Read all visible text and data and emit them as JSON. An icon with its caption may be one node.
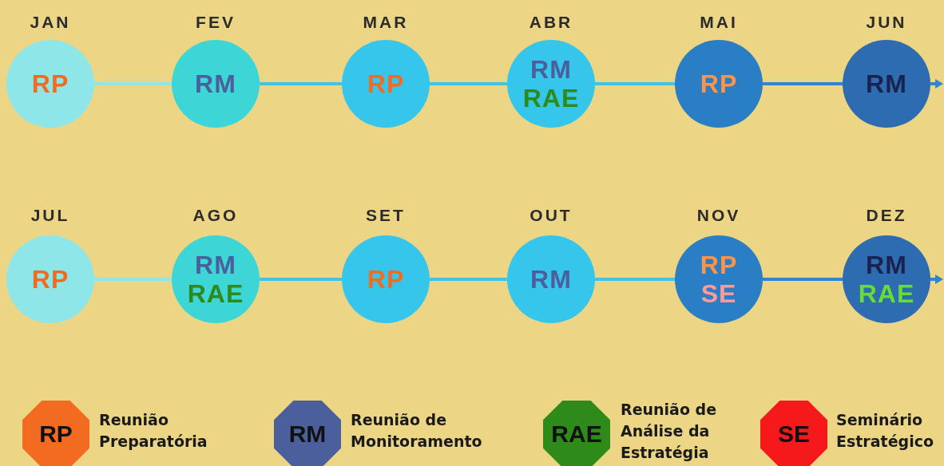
{
  "diagram": {
    "nodes": [
      {
        "text": [
          "RP"
        ],
        "beside": [
          "JAN"
        ]
      },
      {
        "text": [
          "RM"
        ],
        "beside": [
          "FEV"
        ]
      },
      {
        "text": [
          "RP"
        ],
        "beside": [
          "MAR"
        ]
      },
      {
        "text": [
          "RM",
          "RAE"
        ],
        "beside": [
          "ABR"
        ]
      },
      {
        "text": [
          "RP"
        ],
        "beside": [
          "MAI"
        ]
      },
      {
        "text": [
          "RM"
        ],
        "beside": [
          "JUN"
        ]
      },
      {
        "text": [
          "RP"
        ],
        "beside": [
          "JUL"
        ]
      },
      {
        "text": [
          "RM",
          "RAE"
        ],
        "beside": [
          "AGO"
        ]
      },
      {
        "text": [
          "RP"
        ],
        "beside": [
          "SET"
        ]
      },
      {
        "text": [
          "RM"
        ],
        "beside": [
          "OUT"
        ]
      },
      {
        "text": [
          "RP",
          "SE"
        ],
        "beside": [
          "NOV"
        ]
      },
      {
        "text": [
          "RM",
          "RAE"
        ],
        "beside": [
          "DEZ"
        ]
      },
      {
        "text": [
          "RP"
        ],
        "beside": [
          "Reunião Preparatória"
        ]
      },
      {
        "text": [
          "RM"
        ],
        "beside": [
          "Reunião de Monitoramento"
        ]
      },
      {
        "text": [
          "RAE"
        ],
        "beside": [
          "Reunião de Análise da Estratégia"
        ]
      },
      {
        "text": [
          "SE"
        ],
        "beside": [
          "Seminário Estratégico"
        ]
      }
    ],
    "edges": [
      {
        "from": 0,
        "to": 1,
        "arrow": "none",
        "color": "#8ee6e8"
      },
      {
        "from": 1,
        "to": 2,
        "arrow": "none"
      },
      {
        "from": 2,
        "to": 3,
        "arrow": "none"
      },
      {
        "from": 3,
        "to": 4,
        "arrow": "none"
      },
      {
        "from": 4,
        "to": 5,
        "arrow": "none",
        "color": "#2e86d0"
      },
      {
        "from": 5,
        "to": null,
        "arrow": "to",
        "color": "#2e86d0"
      },
      {
        "from": 6,
        "to": 7,
        "arrow": "none",
        "color": "#8ee6e8"
      },
      {
        "from": 7,
        "to": 8,
        "arrow": "none"
      },
      {
        "from": 8,
        "to": 9,
        "arrow": "none"
      },
      {
        "from": 9,
        "to": 10,
        "arrow": "none"
      },
      {
        "from": 10,
        "to": 11,
        "arrow": "none",
        "color": "#2e86d0"
      },
      {
        "from": 11,
        "to": null,
        "arrow": "to",
        "color": "#2e86d0"
      }
    ]
  }
}
